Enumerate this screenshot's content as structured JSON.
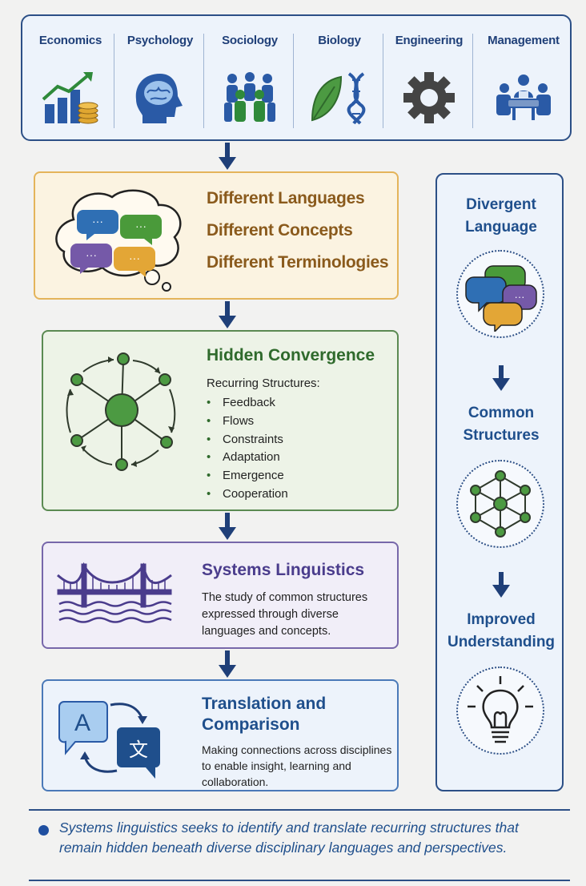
{
  "disciplines": [
    {
      "label": "Economics",
      "icon": "bar-chart-coins-icon"
    },
    {
      "label": "Psychology",
      "icon": "head-brain-icon"
    },
    {
      "label": "Sociology",
      "icon": "people-group-icon"
    },
    {
      "label": "Biology",
      "icon": "leaf-dna-icon"
    },
    {
      "label": "Engineering",
      "icon": "gear-icon"
    },
    {
      "label": "Management",
      "icon": "meeting-table-icon"
    }
  ],
  "languages_panel": {
    "lines": [
      "Different Languages",
      "Different Concepts",
      "Different Terminologies"
    ],
    "icon": "thought-cloud-speech-bubbles-icon"
  },
  "convergence_panel": {
    "title": "Hidden Convergence",
    "subtitle": "Recurring Structures:",
    "items": [
      "Feedback",
      "Flows",
      "Constraints",
      "Adaptation",
      "Emergence",
      "Cooperation"
    ],
    "icon": "network-cycle-icon"
  },
  "linguistics_panel": {
    "title": "Systems Linguistics",
    "body": "The study of common structures expressed through diverse languages and concepts.",
    "icon": "bridge-icon"
  },
  "translation_panel": {
    "title": "Translation and Comparison",
    "body": "Making connections across disciplines to enable insight, learning and collaboration.",
    "icon": "translate-icon",
    "glyph_a": "A",
    "glyph_b": "文"
  },
  "right_column": {
    "steps": [
      {
        "title": "Divergent Language",
        "icon": "speech-bubbles-icon"
      },
      {
        "title": "Common Structures",
        "icon": "network-icon"
      },
      {
        "title": "Improved Understanding",
        "icon": "lightbulb-icon"
      }
    ]
  },
  "note": {
    "text": "Systems linguistics seeks to identify and translate recurring structures that remain hidden beneath diverse disciplinary languages and perspectives."
  },
  "colors": {
    "navy": "#1f4f8c",
    "gold": "#e4b45a",
    "green": "#5b8a52",
    "purple": "#7767aa"
  }
}
